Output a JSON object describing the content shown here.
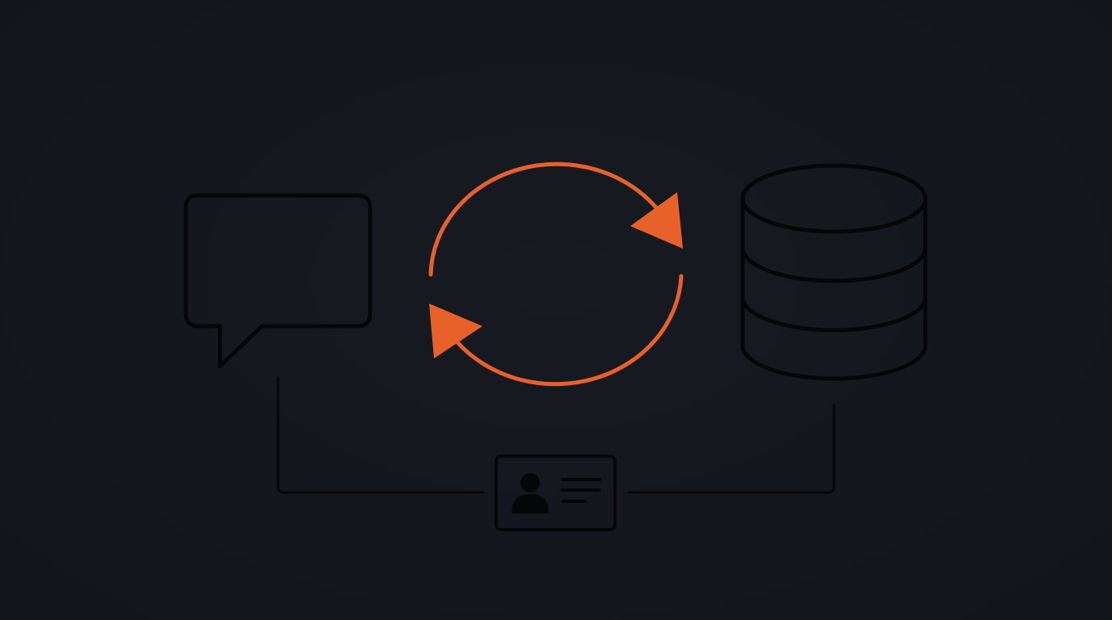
{
  "colors": {
    "background": "#14181e",
    "outline": "#050608",
    "accent": "#e8612a"
  },
  "diagram": {
    "nodes": [
      {
        "id": "message",
        "icon": "speech-bubble-icon"
      },
      {
        "id": "sync",
        "icon": "circular-arrows-icon"
      },
      {
        "id": "database",
        "icon": "database-cylinder-icon"
      },
      {
        "id": "identity",
        "icon": "id-card-icon"
      }
    ],
    "edges": [
      {
        "from": "message",
        "to": "identity"
      },
      {
        "from": "identity",
        "to": "database"
      }
    ]
  }
}
